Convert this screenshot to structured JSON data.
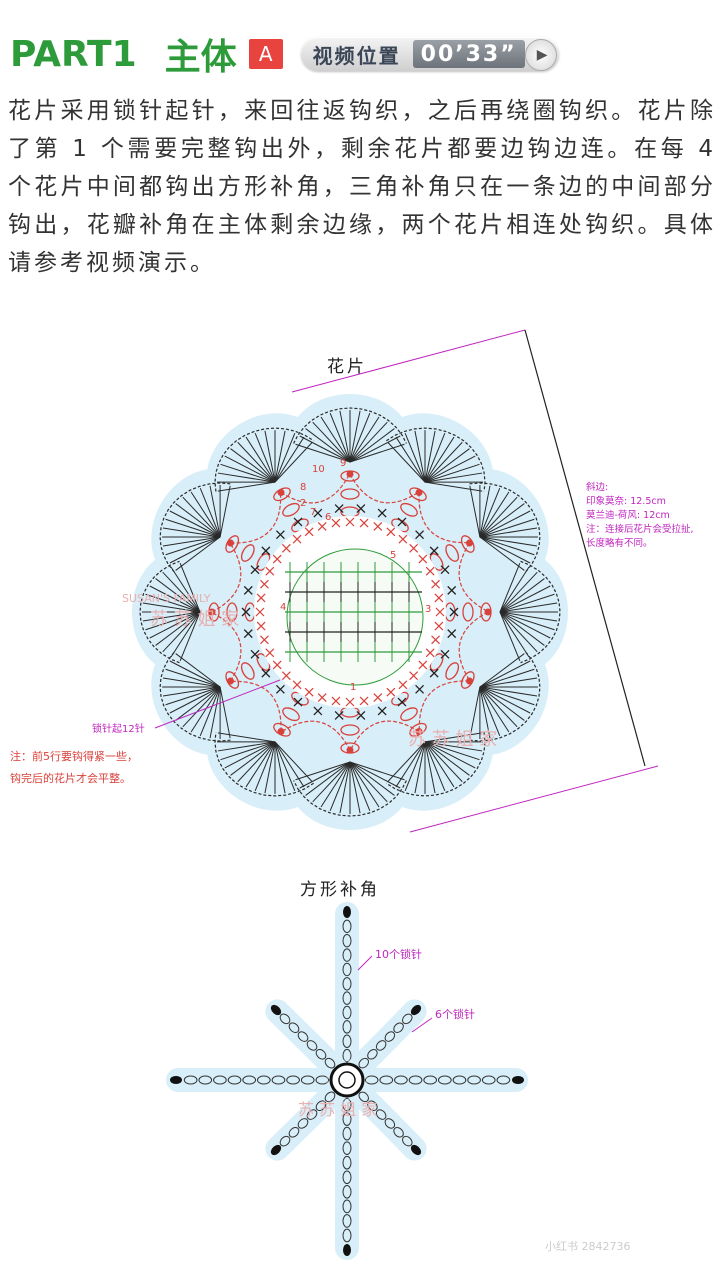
{
  "header": {
    "part": "PART1",
    "title": "主体",
    "badge": "A",
    "video_label": "视频位置",
    "video_time": "00’33”"
  },
  "description": "花片采用锁针起针，来回往返钩织，之后再绕圈钩织。花片除了第 1 个需要完整钩出外，剩余花片都要边钩边连。在每 4 个花片中间都钩出方形补角，三角补角只在一条边的中间部分钩出，花瓣补角在主体剩余边缘，两个花片相连处钩织。具体请参考视频演示。",
  "motif": {
    "title": "花片",
    "diagonal_lines": [
      "斜边:",
      "印象莫奈: 12.5cm",
      "莫兰迪-荷风: 12cm",
      "注：连接后花片会受拉扯,",
      "长度略有不同。"
    ],
    "chain_start": "锁针起12针",
    "note_lines": [
      "注：前5行要钩得紧一些，",
      "钩完后的花片才会平整。"
    ],
    "round_labels": [
      "1",
      "2",
      "3",
      "4",
      "5",
      "6",
      "7",
      "8",
      "9",
      "10"
    ],
    "watermark_top": "SUSAN'S FAMILY",
    "watermark_cn": "苏 苏 姐 家"
  },
  "square_fill": {
    "title": "方形补角",
    "label_10": "10个锁针",
    "label_6": "6个锁针"
  },
  "footer_watermark": "小红书 2842736",
  "colors": {
    "green": "#2e9b3a",
    "red": "#d9413b",
    "magenta": "#c025c0",
    "light_blue": "#d8eef8",
    "dark": "#222222"
  }
}
